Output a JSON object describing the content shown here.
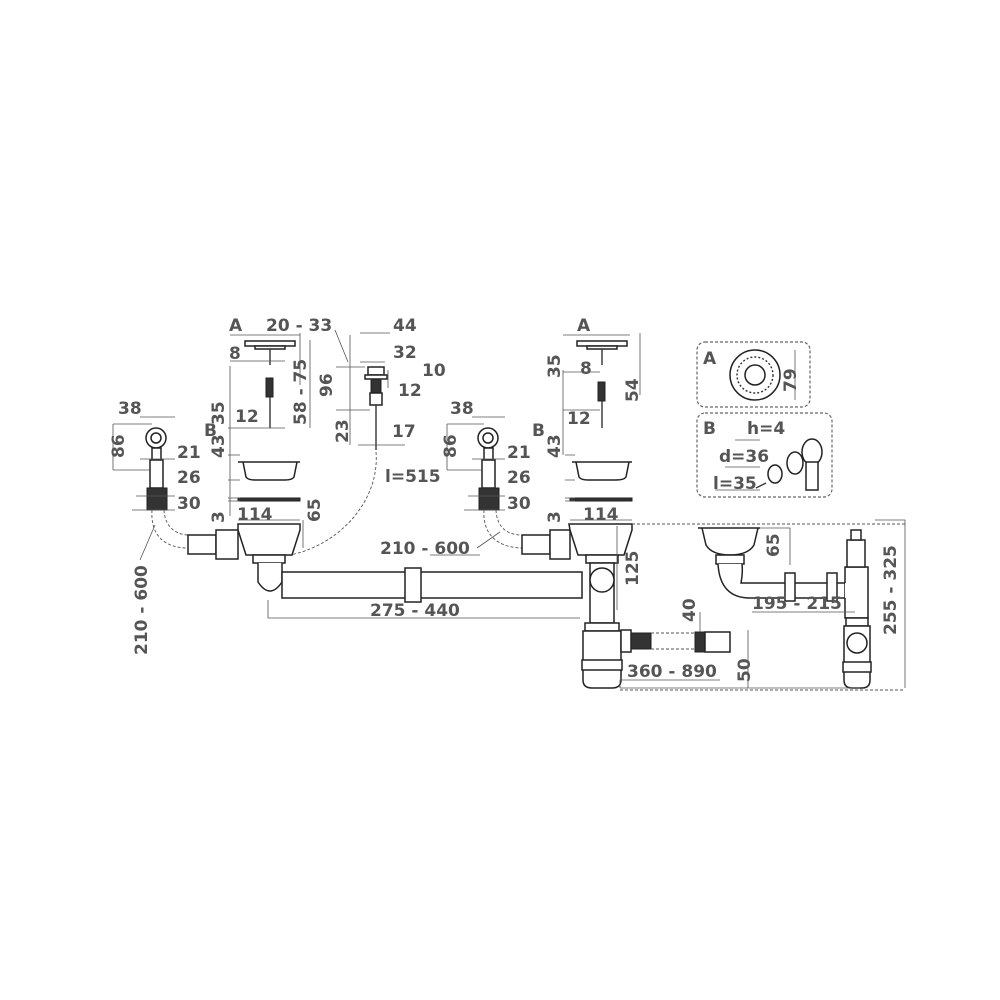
{
  "left_set": {
    "strainer_label": "A",
    "range_20_33": "20 - 33",
    "stem_8": "8",
    "stem_12": "12",
    "dim_35": "35",
    "dim_43": "43",
    "dim_3": "3",
    "range_58_75": "58 - 75",
    "basket_114": "114",
    "basket_65": "65",
    "overflow_label": "B",
    "overflow_38": "38",
    "overflow_86": "86",
    "overflow_21": "21",
    "overflow_26": "26",
    "overflow_30": "30",
    "hose_210_600": "210 - 600",
    "pipe_275_440": "275 - 440"
  },
  "remote": {
    "dim_44": "44",
    "dim_32": "32",
    "dim_10": "10",
    "dim_12": "12",
    "dim_96": "96",
    "dim_23": "23",
    "dim_17": "17",
    "cable_length": "l=515"
  },
  "right_set": {
    "strainer_label": "A",
    "dim_35": "35",
    "stem_8": "8",
    "dim_54": "54",
    "stem_12": "12",
    "dim_43": "43",
    "dim_3": "3",
    "basket_114": "114",
    "overflow_label": "B",
    "overflow_38": "38",
    "overflow_86": "86",
    "overflow_21": "21",
    "overflow_26": "26",
    "overflow_30": "30",
    "hose_210_600": "210 - 600",
    "height_125": "125",
    "outlet_40": "40",
    "outlet_50": "50",
    "range_360_890": "360 - 890"
  },
  "side_view": {
    "basket_65": "65",
    "range_195_215": "195 - 215",
    "range_255_325": "255 - 325"
  },
  "inset_a": {
    "label": "A",
    "diameter": "79"
  },
  "inset_b": {
    "label": "B",
    "h": "h=4",
    "d": "d=36",
    "l": "l=35"
  }
}
